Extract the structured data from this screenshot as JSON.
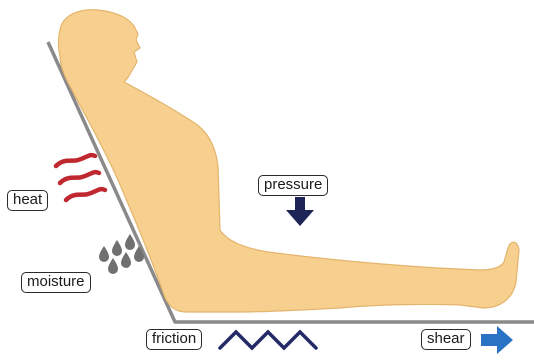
{
  "labels": {
    "heat": "heat",
    "moisture": "moisture",
    "pressure": "pressure",
    "friction": "friction",
    "shear": "shear"
  },
  "colors": {
    "body_fill": "#f7d08f",
    "body_outline": "#e3b46c",
    "surface": "#8a8a8a",
    "heat": "#c0282f",
    "moisture": "#707070",
    "pressure": "#1d2456",
    "friction": "#232a65",
    "shear": "#2a72c4",
    "label_border": "#2b2b2b"
  },
  "icons": {
    "heat": "heat-wave-icon",
    "moisture": "water-drops-icon",
    "pressure": "down-arrow-icon",
    "friction": "zigzag-icon",
    "shear": "right-arrow-icon"
  }
}
